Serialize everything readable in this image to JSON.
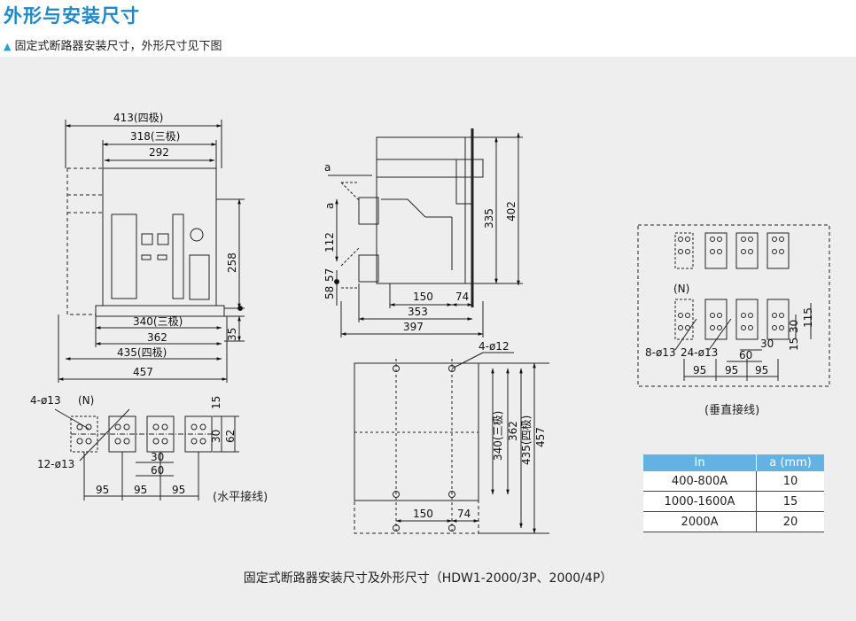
{
  "header": {
    "title": "外形与安装尺寸",
    "subtitle": "固定式断路器安装尺寸，外形尺寸见下图"
  },
  "front_view": {
    "dim_width_4p": "413(四极)",
    "dim_width_3p": "318(三极)",
    "dim_inner": "292",
    "dim_height": "258",
    "dim_base_3p": "340(三极)",
    "dim_base": "362",
    "dim_base_4p": "435(四极)",
    "dim_total": "457",
    "dim_foot": "35"
  },
  "side_view": {
    "a_top": "a",
    "a_side": "a",
    "dim_112": "112",
    "dim_57": "57",
    "dim_58": "58",
    "dim_335": "335",
    "dim_402": "402",
    "dim_150": "150",
    "dim_74": "74",
    "dim_353": "353",
    "dim_397": "397"
  },
  "horizontal_terminal": {
    "hole_4": "4-ø13",
    "neutral": "(N)",
    "hole_12": "12-ø13",
    "dim_15": "15",
    "dim_30_v": "30",
    "dim_62": "62",
    "dim_30": "30",
    "dim_60": "60",
    "pitch_1": "95",
    "pitch_2": "95",
    "pitch_3": "95",
    "label": "(水平接线)"
  },
  "mounting_plan": {
    "holes": "4-ø12",
    "dim_340": "340(三极)",
    "dim_362": "362",
    "dim_435": "435(四极)",
    "dim_457": "457",
    "dim_150": "150",
    "dim_74": "74"
  },
  "vertical_terminal": {
    "neutral": "(N)",
    "hole_8": "8-ø13",
    "hole_24": "24-ø13",
    "dim_30": "30",
    "dim_60": "60",
    "dim_30_v": "30",
    "dim_15": "15",
    "dim_115": "115",
    "pitch_1": "95",
    "pitch_2": "95",
    "pitch_3": "95",
    "label": "(垂直接线)"
  },
  "table": {
    "headers": [
      "In",
      "a (mm)"
    ],
    "rows": [
      [
        "400-800A",
        "10"
      ],
      [
        "1000-1600A",
        "15"
      ],
      [
        "2000A",
        "20"
      ]
    ]
  },
  "caption": "固定式断路器安装尺寸及外形尺寸（HDW1-2000/3P、2000/4P）"
}
